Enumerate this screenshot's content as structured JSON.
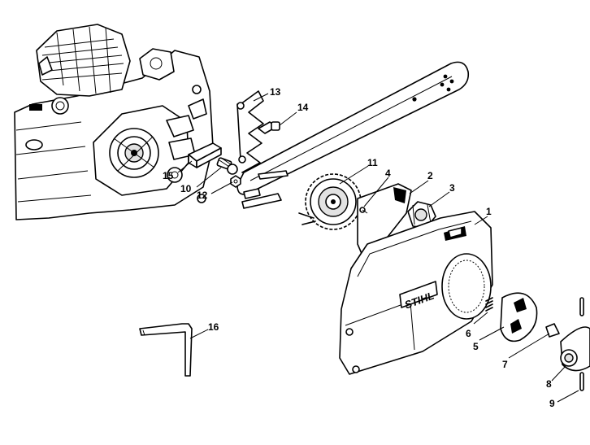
{
  "diagram": {
    "brand_logo": "STIHL",
    "callouts": [
      {
        "id": "1",
        "part": "sprocket-cover"
      },
      {
        "id": "2",
        "part": "tensioner-plate"
      },
      {
        "id": "3",
        "part": "collar-nut"
      },
      {
        "id": "4",
        "part": "tensioner-screw"
      },
      {
        "id": "5",
        "part": "rear-cover-insert"
      },
      {
        "id": "6",
        "part": "compression-spring"
      },
      {
        "id": "7",
        "part": "knob-insert"
      },
      {
        "id": "8",
        "part": "tensioning-knob"
      },
      {
        "id": "9",
        "part": "pin"
      },
      {
        "id": "10",
        "part": "collar-screw"
      },
      {
        "id": "11",
        "part": "tensioning-wheel"
      },
      {
        "id": "12",
        "part": "hex-nut"
      },
      {
        "id": "13",
        "part": "spring-plate"
      },
      {
        "id": "14",
        "part": "screw"
      },
      {
        "id": "15",
        "part": "chain-catcher"
      },
      {
        "id": "16",
        "part": "hex-key"
      }
    ]
  }
}
